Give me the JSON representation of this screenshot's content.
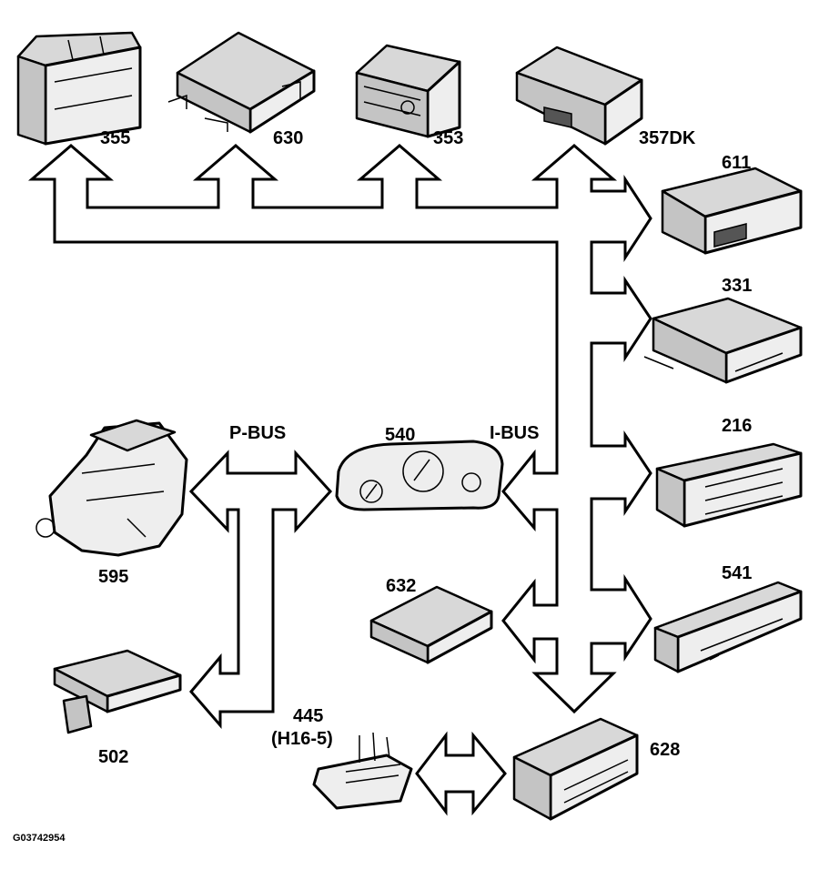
{
  "labels": {
    "m355": "355",
    "m630": "630",
    "m353": "353",
    "m357": "357DK",
    "m611": "611",
    "m331": "331",
    "m216": "216",
    "m541": "541",
    "m540": "540",
    "m595": "595",
    "m632": "632",
    "m502": "502",
    "m445a": "445",
    "m445b": "(H16-5)",
    "m628": "628"
  },
  "buses": {
    "pbus": "P-BUS",
    "ibus": "I-BUS"
  },
  "reference": "G03742954"
}
